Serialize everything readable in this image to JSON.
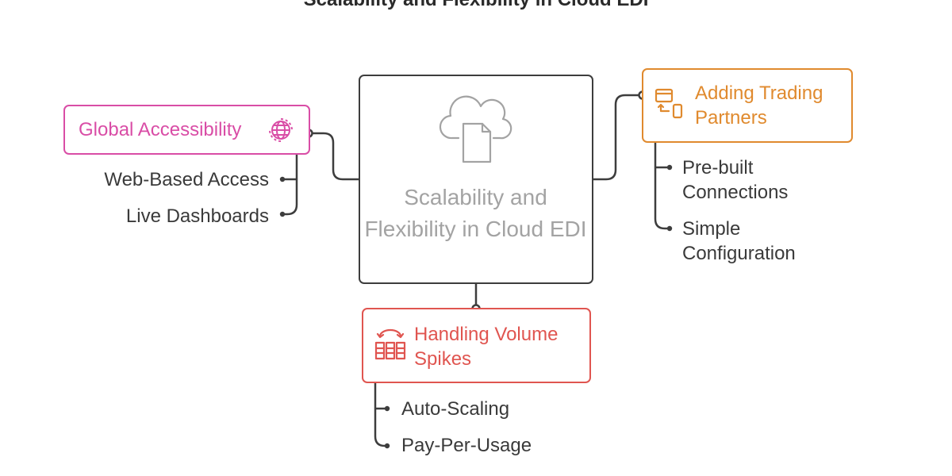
{
  "title": "Scalability and Flexibility in Cloud EDI",
  "center": {
    "label": "Scalability and Flexibility in Cloud EDI",
    "icon": "cloud-document-icon"
  },
  "branches": {
    "global": {
      "label": "Global Accessibility",
      "icon": "globe-icon",
      "color": "#d94da6",
      "items": [
        "Web-Based Access",
        "Live Dashboards"
      ]
    },
    "trading": {
      "label_lines": [
        "Adding Trading",
        "Partners"
      ],
      "icon": "card-mobile-icon",
      "color": "#e08a2e",
      "items": [
        [
          "Pre-built",
          "Connections"
        ],
        [
          "Simple",
          "Configuration"
        ]
      ]
    },
    "volume": {
      "label_lines": [
        "Handling Volume",
        "Spikes"
      ],
      "icon": "server-rack-arrows-icon",
      "color": "#e05550",
      "items": [
        "Auto-Scaling",
        "Pay-Per-Usage"
      ]
    }
  },
  "colors": {
    "center_border": "#3d3d3d",
    "center_text": "#a3a3a3",
    "lines": "#3d3d3d"
  }
}
